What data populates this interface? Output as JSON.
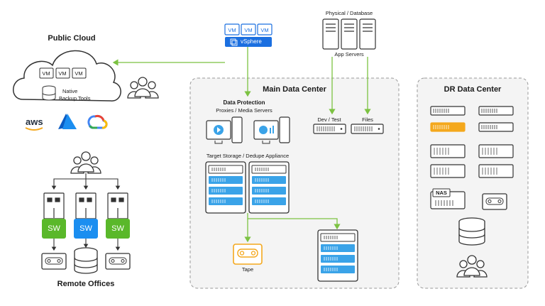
{
  "public_cloud": {
    "title": "Public Cloud",
    "vm_labels": [
      "VM",
      "VM",
      "VM"
    ],
    "backup_tools_line1": "Native",
    "backup_tools_line2": "Backup Tools",
    "providers": [
      "aws-logo",
      "azure-logo",
      "google-cloud-logo"
    ]
  },
  "vsphere": {
    "vm_labels": [
      "VM",
      "VM",
      "VM"
    ],
    "label": "vSphere"
  },
  "physical": {
    "title": "Physical / Database",
    "servers_label": "App Servers"
  },
  "main_dc": {
    "title": "Main Data Center",
    "data_protection_title": "Data Protection",
    "data_protection_sub": "Proxies / Media Servers",
    "dev_test": "Dev / Test",
    "files": "Files",
    "target_storage": "Target Storage / Dedupe Appliance",
    "tape": "Tape"
  },
  "dr_dc": {
    "title": "DR Data Center",
    "nas_label": "NAS"
  },
  "remote": {
    "title": "Remote Offices",
    "switch_labels": [
      "SW",
      "SW",
      "SW"
    ]
  },
  "colors": {
    "accent_blue": "#1b6fe0",
    "light_blue": "#3aa3e8",
    "green": "#5ab82a",
    "arrow_green": "#7cc242",
    "orange": "#f4a81d",
    "gray_stroke": "#333333",
    "box_fill": "#f4f4f4"
  }
}
